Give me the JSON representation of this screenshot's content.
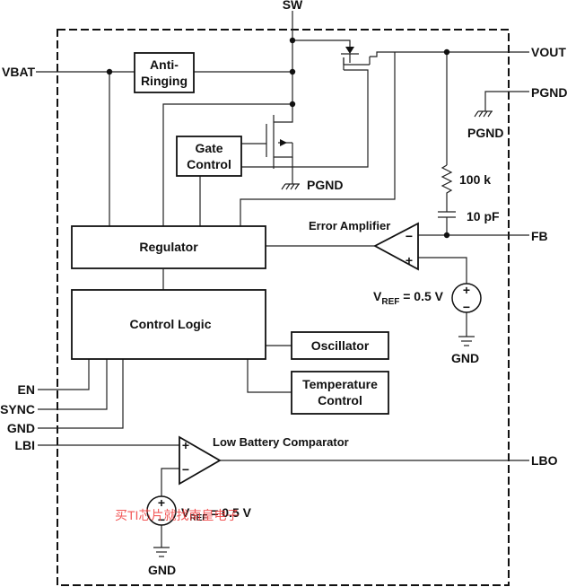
{
  "pins": {
    "sw": "SW",
    "vout": "VOUT",
    "vbat": "VBAT",
    "pgnd_right": "PGND",
    "fb": "FB",
    "en": "EN",
    "sync": "SYNC",
    "gnd_left": "GND",
    "lbi": "LBI",
    "lbo": "LBO"
  },
  "blocks": {
    "anti_ringing_line1": "Anti-",
    "anti_ringing_line2": "Ringing",
    "gate_control_line1": "Gate",
    "gate_control_line2": "Control",
    "regulator": "Regulator",
    "control_logic": "Control Logic",
    "oscillator": "Oscillator",
    "temperature_control_line1": "Temperature",
    "temperature_control_line2": "Control"
  },
  "labels": {
    "pgnd_gate": "PGND",
    "pgnd_ground": "PGND",
    "resistor": "100 k",
    "capacitor": "10 pF",
    "error_amplifier": "Error Amplifier",
    "vref_error_main": "V",
    "vref_error_sub": "REF",
    "vref_error_value": " = 0.5 V",
    "gnd_error": "GND",
    "low_battery_comparator": "Low Battery Comparator",
    "vref_lbc_main": "V",
    "vref_lbc_sub": "REF",
    "vref_lbc_value": " = 0.5 V",
    "gnd_lbc": "GND",
    "plus": "+",
    "minus": "−"
  },
  "watermark": "买TI芯片就找南皇电子"
}
